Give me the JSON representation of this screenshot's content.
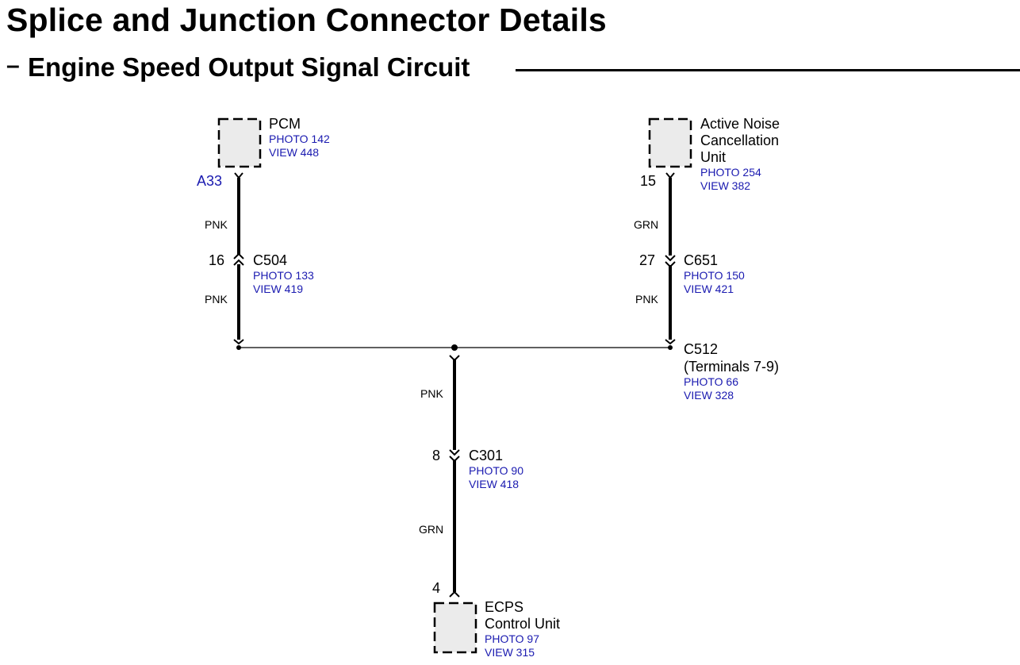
{
  "header": {
    "title": "Splice and Junction Connector Details",
    "subtitle_dash": "–",
    "subtitle": "Engine Speed Output Signal Circuit"
  },
  "components": {
    "pcm": {
      "name": "PCM",
      "photo": "PHOTO 142",
      "view": "VIEW 448",
      "pin": "A33"
    },
    "anc": {
      "name_line1": "Active Noise",
      "name_line2": "Cancellation",
      "name_line3": "Unit",
      "photo": "PHOTO 254",
      "view": "VIEW 382",
      "pin": "15"
    },
    "ecps": {
      "name_line1": "ECPS",
      "name_line2": "Control Unit",
      "photo": "PHOTO 97",
      "view": "VIEW 315",
      "pin": "4"
    }
  },
  "connectors": {
    "c504": {
      "name": "C504",
      "photo": "PHOTO 133",
      "view": "VIEW 419",
      "pin": "16"
    },
    "c651": {
      "name": "C651",
      "photo": "PHOTO 150",
      "view": "VIEW 421",
      "pin": "27"
    },
    "c512": {
      "name": "C512",
      "terminals": "(Terminals 7-9)",
      "photo": "PHOTO 66",
      "view": "VIEW 328"
    },
    "c301": {
      "name": "C301",
      "photo": "PHOTO 90",
      "view": "VIEW 418",
      "pin": "8"
    }
  },
  "wires": {
    "pcm_upper": "PNK",
    "pcm_lower": "PNK",
    "anc_upper": "GRN",
    "anc_lower": "PNK",
    "center_upper": "PNK",
    "center_lower": "GRN"
  }
}
